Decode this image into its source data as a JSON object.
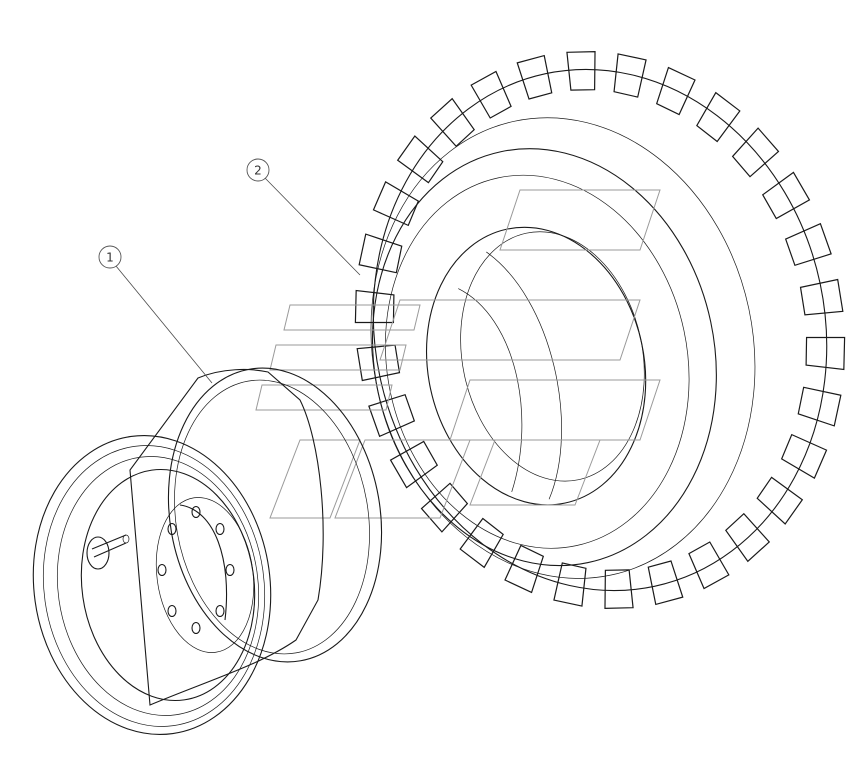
{
  "callouts": [
    {
      "id": "1",
      "label": "1",
      "part": "rim"
    },
    {
      "id": "2",
      "label": "2",
      "part": "tire"
    }
  ],
  "colors": {
    "line": "#1a1a1a",
    "background": "#ffffff",
    "watermark": "#9a9a9a"
  }
}
